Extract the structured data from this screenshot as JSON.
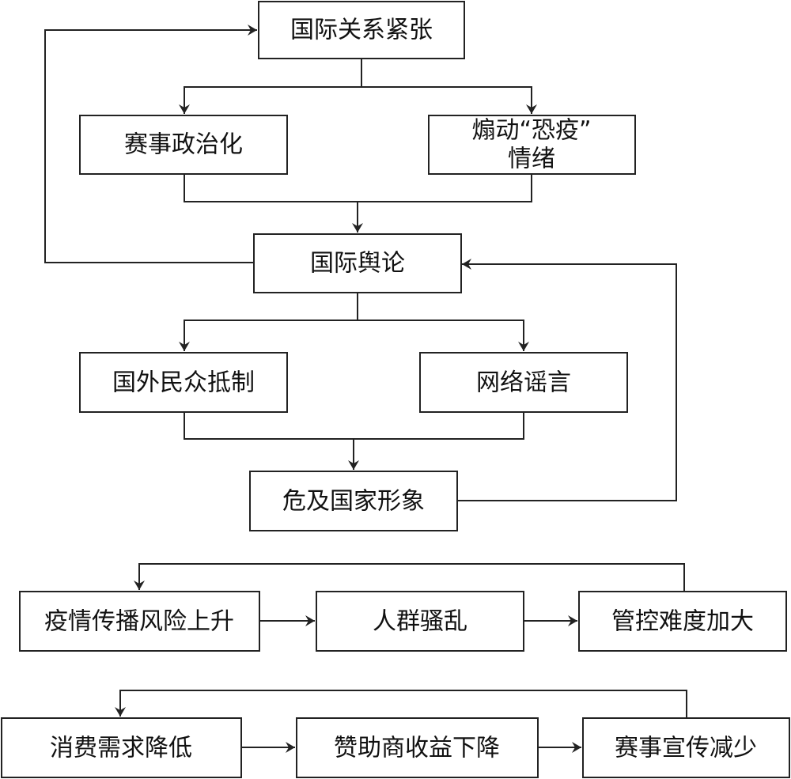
{
  "diagram": {
    "nodes": {
      "intl_tension": "国际关系紧张",
      "politicization": "赛事政治化",
      "fear_line1": "煽动“恐疫”",
      "fear_line2": "情绪",
      "opinion": "国际舆论",
      "boycott": "国外民众抵制",
      "rumor": "网络谣言",
      "image": "危及国家形象",
      "epidemic": "疫情传播风险上升",
      "crowd": "人群骚乱",
      "control": "管控难度加大",
      "consumption": "消费需求降低",
      "sponsor": "赞助商收益下降",
      "promotion": "赛事宣传减少"
    },
    "edges": [
      {
        "from": "intl_tension",
        "to": "politicization"
      },
      {
        "from": "intl_tension",
        "to": "fear"
      },
      {
        "from": "politicization",
        "to": "opinion"
      },
      {
        "from": "fear",
        "to": "opinion"
      },
      {
        "from": "opinion",
        "to": "intl_tension"
      },
      {
        "from": "opinion",
        "to": "boycott"
      },
      {
        "from": "opinion",
        "to": "rumor"
      },
      {
        "from": "boycott",
        "to": "image"
      },
      {
        "from": "rumor",
        "to": "image"
      },
      {
        "from": "image",
        "to": "opinion"
      },
      {
        "from": "epidemic",
        "to": "crowd"
      },
      {
        "from": "crowd",
        "to": "control"
      },
      {
        "from": "control",
        "to": "epidemic"
      },
      {
        "from": "consumption",
        "to": "sponsor"
      },
      {
        "from": "sponsor",
        "to": "promotion"
      },
      {
        "from": "promotion",
        "to": "consumption"
      }
    ]
  }
}
